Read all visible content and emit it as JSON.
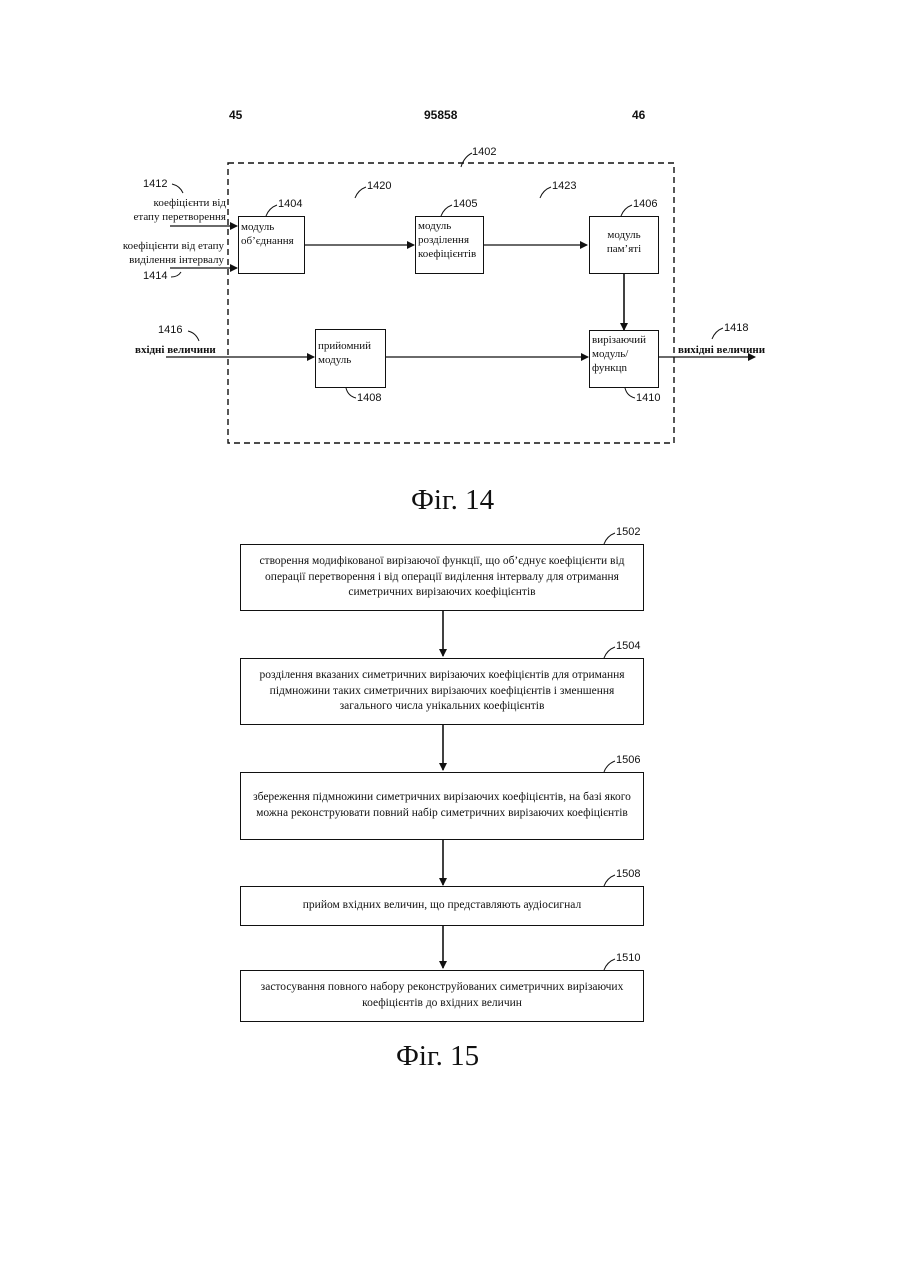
{
  "header": {
    "left_page": "45",
    "patent_number": "95858",
    "right_page": "46"
  },
  "fig14": {
    "caption": "Фіг. 14",
    "ref_outer": "1402",
    "ref_1420": "1420",
    "ref_1423": "1423",
    "combine_module": {
      "ref": "1404",
      "line1": "модуль",
      "line2": "об’єднання"
    },
    "split_module": {
      "ref": "1405",
      "line1": "модуль",
      "line2": "розділення",
      "line3": "коефіцієнтів"
    },
    "memory_module": {
      "ref": "1406",
      "line1": "модуль",
      "line2": "пам’яті"
    },
    "receive_module": {
      "ref": "1408",
      "line1": "прийомний",
      "line2": "модуль"
    },
    "window_module": {
      "ref": "1410",
      "line1": "вирізаючий",
      "line2": "модуль/",
      "line3": "функцn"
    },
    "input_transform": {
      "ref": "1412",
      "line1": "коефіцієнти від",
      "line2": "етапу перетворення"
    },
    "input_interval": {
      "ref": "1414",
      "line1": "коефіцієнти від етапу",
      "line2": "виділення інтервалу"
    },
    "input_values": {
      "ref": "1416",
      "text": "вхідні величини"
    },
    "output_values": {
      "ref": "1418",
      "text": "вихідні величини"
    }
  },
  "fig15": {
    "caption": "Фіг. 15",
    "steps": [
      {
        "ref": "1502",
        "text": "створення модифікованої вирізаючої функції, що об’єднує коефіцієнти від операції перетворення і від операції виділення інтервалу для отримання симетричних вирізаючих коефіцієнтів"
      },
      {
        "ref": "1504",
        "text": "розділення вказаних симетричних вирізаючих коефіцієнтів для отримання підмножини таких симетричних вирізаючих коефіцієнтів і зменшення загального числа унікальних коефіцієнтів"
      },
      {
        "ref": "1506",
        "text": "збереження підмножини симетричних вирізаючих коефіцієнтів, на базі якого можна реконструювати повний набір симетричних вирізаючих коефіцієнтів"
      },
      {
        "ref": "1508",
        "text": "прийом вхідних величин, що представляють аудіосигнал"
      },
      {
        "ref": "1510",
        "text": "застосування повного набору реконструйованих симетричних вирізаючих коефіцієнтів до вхідних величин"
      }
    ]
  },
  "colors": {
    "ink": "#111111",
    "paper": "#ffffff"
  }
}
